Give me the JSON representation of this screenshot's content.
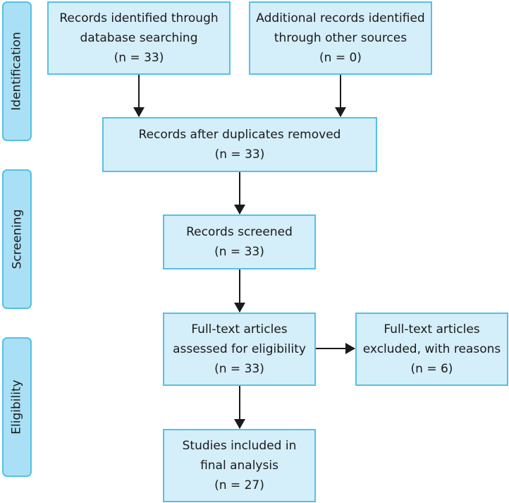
{
  "stages": [
    {
      "label": "Identification"
    },
    {
      "label": "Screening"
    },
    {
      "label": "Eligibility"
    }
  ],
  "boxes": {
    "database": {
      "lines": [
        "Records identified through",
        "database searching",
        "(n = 33)"
      ]
    },
    "other": {
      "lines": [
        "Additional records identified",
        "through other sources",
        "(n = 0)"
      ]
    },
    "duplicates": {
      "lines": [
        "Records after duplicates removed",
        "(n = 33)"
      ]
    },
    "screened": {
      "lines": [
        "Records screened",
        "(n = 33)"
      ]
    },
    "fulltext": {
      "lines": [
        "Full-text articles",
        "assessed for eligibility",
        "(n = 33)"
      ]
    },
    "excluded": {
      "lines": [
        "Full-text articles",
        "excluded, with reasons",
        "(n = 6)"
      ]
    },
    "included": {
      "lines": [
        "Studies included in",
        "final analysis",
        "(n = 27)"
      ]
    }
  },
  "colors": {
    "box_fill": "#d4eefa",
    "box_border": "#56c0e6",
    "stage_fill": "#a9e0f6",
    "arrow": "#1a1a1a"
  }
}
